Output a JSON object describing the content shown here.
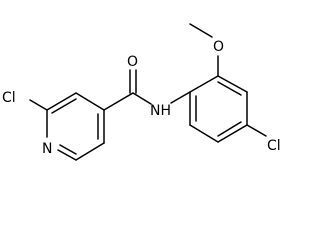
{
  "diagram": {
    "type": "chemical-structure",
    "atom_labels": {
      "cl_pyridine": "Cl",
      "n_pyridine": "N",
      "o_carbonyl": "O",
      "nh_amide": "NH",
      "o_methoxy": "O",
      "cl_phenyl": "Cl"
    }
  },
  "colors": {
    "bond": "#000000",
    "text": "#000000",
    "background": "#ffffff"
  }
}
